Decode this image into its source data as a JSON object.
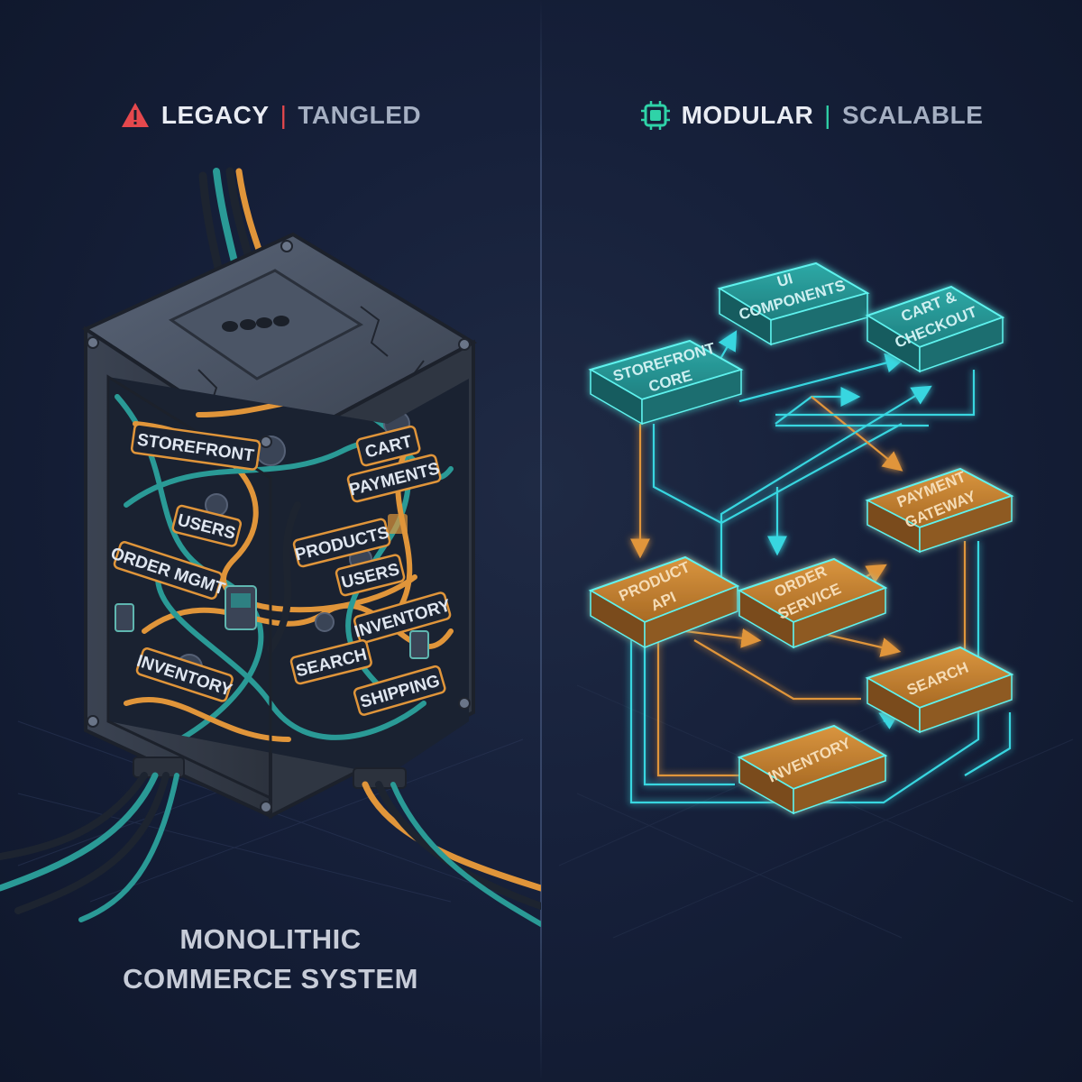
{
  "left": {
    "header": {
      "icon": "warning-icon",
      "main": "LEGACY",
      "separator": "|",
      "sub": "TANGLED",
      "accent": "#e5484d"
    },
    "tags": [
      "STOREFRONT",
      "CART",
      "PAYMENTS",
      "USERS",
      "PRODUCTS",
      "ORDER MGMT",
      "USERS",
      "INVENTORY",
      "SEARCH",
      "INVENTORY",
      "SHIPPING"
    ],
    "footer": {
      "line1": "MONOLITHIC",
      "line2": "COMMERCE SYSTEM"
    }
  },
  "right": {
    "header": {
      "icon": "chip-icon",
      "main": "MODULAR",
      "separator": "|",
      "sub": "SCALABLE",
      "accent": "#2fd3a8"
    },
    "frontend_modules": [
      {
        "line1": "STOREFRONT",
        "line2": "CORE"
      },
      {
        "line1": "UI",
        "line2": "COMPONENTS"
      },
      {
        "line1": "CART &",
        "line2": "CHECKOUT"
      }
    ],
    "backend_modules": [
      {
        "line1": "PAYMENT",
        "line2": "GATEWAY"
      },
      {
        "line1": "PRODUCT",
        "line2": "API"
      },
      {
        "line1": "ORDER",
        "line2": "SERVICE"
      },
      {
        "line1": "SEARCH",
        "line2": ""
      },
      {
        "line1": "INVENTORY",
        "line2": ""
      }
    ]
  },
  "colors": {
    "teal": "#2fb8b0",
    "orange": "#e0953a",
    "background": "#16203a"
  }
}
